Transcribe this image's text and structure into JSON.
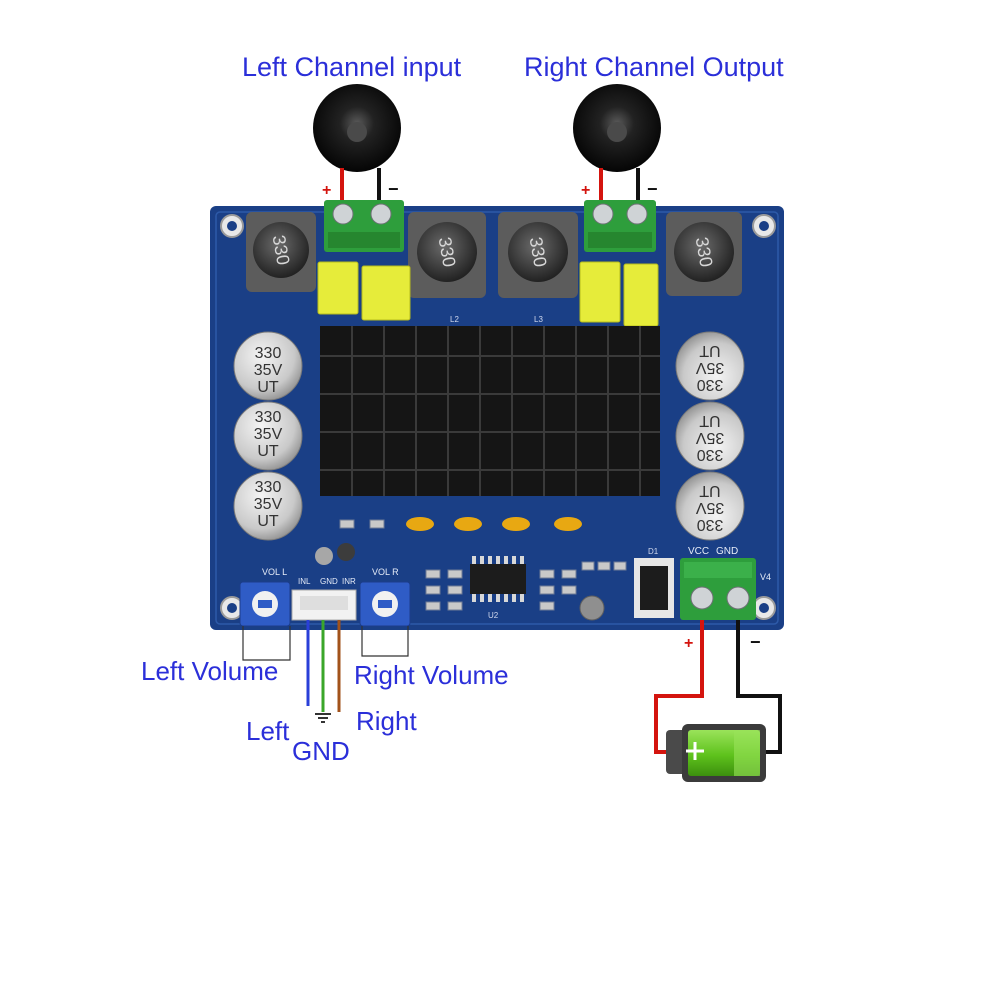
{
  "labels": {
    "left_channel": "Left Channel input",
    "right_channel": "Right Channel Output",
    "left_volume": "Left Volume",
    "right_volume": "Right Volume",
    "left": "Left",
    "gnd": "GND",
    "right": "Right"
  },
  "board": {
    "inductor_value": "330",
    "capacitor_lines": [
      "330",
      "35V",
      "UT"
    ],
    "silk": {
      "vol_l": "VOL L",
      "vol_r": "VOL R",
      "inl": "INL",
      "gnd": "GND",
      "inr": "INR",
      "vcc": "VCC",
      "vcc_gnd": "GND",
      "l2": "L2",
      "l3": "L3",
      "u2": "U2",
      "d1": "D1",
      "v4": "V4"
    },
    "polarity": {
      "plus": "+",
      "minus": "−"
    }
  },
  "colors": {
    "label_blue": "#2b2fd9",
    "pcb": "#1a3f86",
    "heatsink": "#151515",
    "terminal_green": "#2e9e3c",
    "wire_red": "#d4140e",
    "wire_black": "#111111",
    "battery_green": "#5ec21c"
  }
}
